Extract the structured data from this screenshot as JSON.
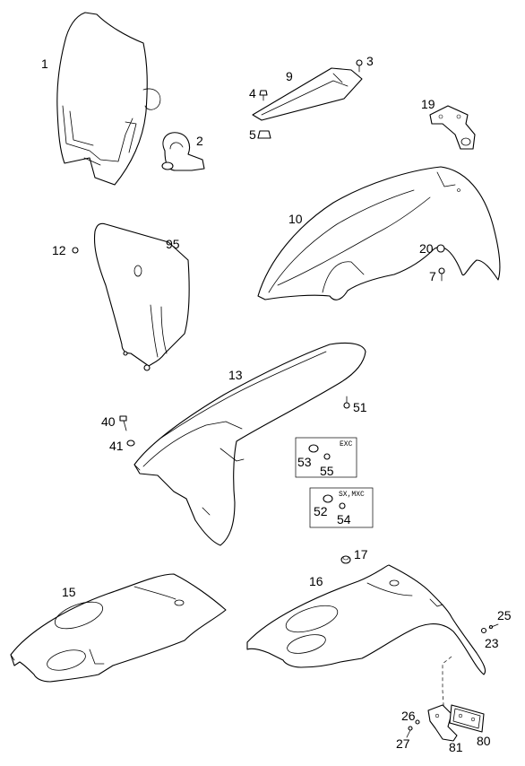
{
  "callouts": {
    "c1": "1",
    "c2": "2",
    "c3": "3",
    "c4": "4",
    "c5": "5",
    "c7": "7",
    "c9": "9",
    "c10": "10",
    "c12": "12",
    "c13": "13",
    "c15": "15",
    "c16": "16",
    "c17": "17",
    "c19": "19",
    "c20": "20",
    "c23": "23",
    "c25": "25",
    "c26": "26",
    "c27": "27",
    "c40": "40",
    "c41": "41",
    "c51": "51",
    "c52": "52",
    "c53": "53",
    "c54": "54",
    "c55": "55",
    "c80": "80",
    "c81": "81",
    "c95": "95"
  },
  "variant_boxes": {
    "exc": "EXC",
    "sx_mxc": "SX,MXC"
  }
}
